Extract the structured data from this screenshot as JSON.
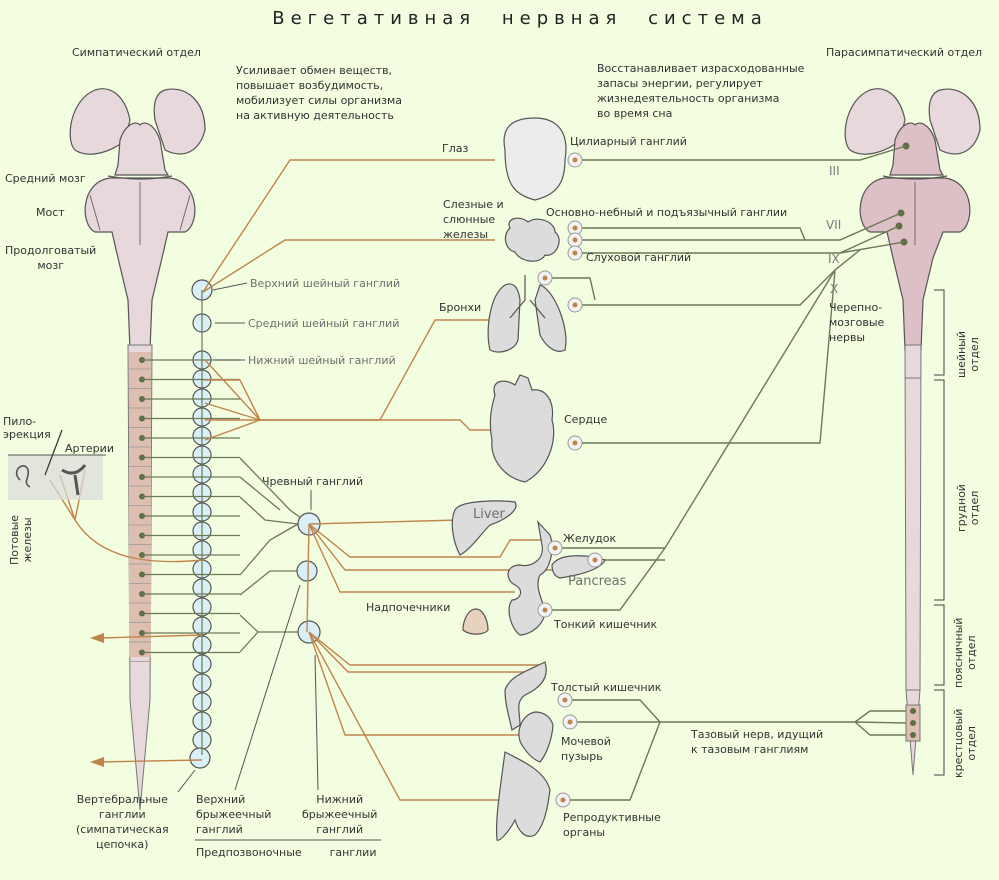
{
  "title": "Вегетативная нервная система",
  "sympathetic": {
    "heading": "Симпатический отдел",
    "description": "Усиливает обмен веществ,\nповышает возбудимость,\nмобилизует силы организма\nна активную деятельность"
  },
  "parasympathetic": {
    "heading": "Парасимпатический отдел",
    "description": "Восстанавливает израсходованные\nзапасы энергии, регулирует\nжизнедеятельность  организма\nво время сна"
  },
  "brain_labels": {
    "midbrain": "Средний мозг",
    "pons": "Мост",
    "medulla": "Продолговатый\nмозг"
  },
  "sympathetic_ganglia": {
    "superior_cervical": "Верхний шейный ганглий",
    "middle_cervical": "Средний шейный ганглий",
    "inferior_cervical": "Нижний шейный ганглий",
    "celiac": "Чревный ганглий",
    "superior_mesenteric": "Верхний\nбрыжеечный\nганглий",
    "inferior_mesenteric": "Нижний\nбрыжеечный\nганглий",
    "prevertebral": "Предпозвоночные        ганглии",
    "vertebral": "Вертебральные\nганглии\n(симпатическая\nцепочка)"
  },
  "skin_labels": {
    "piloerection": "Пило-\nэрекция",
    "arteries": "Артерии",
    "sweat_glands": "Потовые\nжелезы"
  },
  "organs": {
    "eye": "Глаз",
    "ciliary_ganglion": "Цилиарный ганглий",
    "glands": "Слезные и\nслюнные\nжелезы",
    "pterygo_submandibular": "Основно-небный и подъязычный ганглии",
    "otic_ganglion": "Слуховой ганглий",
    "bronchi": "Бронхи",
    "heart": "Сердце",
    "liver": "Liver",
    "stomach": "Желудок",
    "pancreas": "Pancreas",
    "adrenals": "Надпочечники",
    "small_intestine": "Тонкий кишечник",
    "large_intestine": "Толстый кишечник",
    "bladder": "Мочевой\nпузырь",
    "reproductive": "Репродуктивные\nорганы"
  },
  "cranial_nerves": {
    "numerals": [
      "III",
      "VII",
      "IX",
      "X"
    ],
    "label": "Черепно-\nмозговые\nнервы"
  },
  "pelvic_nerve": "Тазовый нерв, идущий\nк тазовым ганглиям",
  "spinal_regions": {
    "cervical": "шейный отдел",
    "thoracic": "грудной отдел",
    "lumbar": "поясничный\nотдел",
    "sacral": "крестцовый\nотдел"
  },
  "colors": {
    "background": "#f3fde0",
    "sympathetic_fiber": "#c0854a",
    "parasympathetic_fiber": "#6b7a55",
    "preganglionic_dot": "#5f6e45",
    "brain_fill": "#e6d8db",
    "para_brain_fill": "#dcc0c6",
    "organ_fill": "#dcdcdc",
    "chain_fill": "#d9f0f6",
    "segment_fill": "#dcbfb0"
  }
}
